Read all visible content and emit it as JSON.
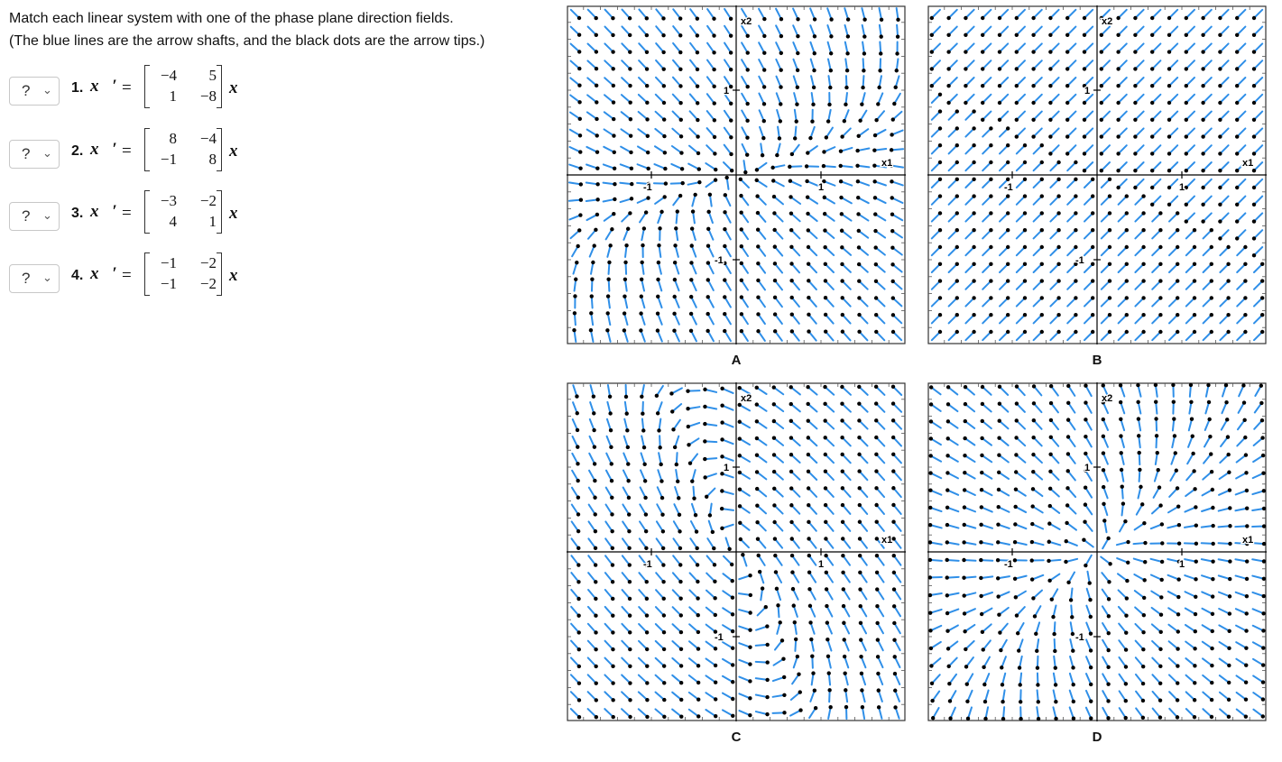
{
  "instructions": {
    "line1": "Match each linear system with one of the phase plane direction fields.",
    "line2": "(The blue lines are the arrow shafts, and the black dots are the arrow tips.)"
  },
  "problems": [
    {
      "answer": "?",
      "number": "1.",
      "lhs": "x⃗′",
      "eq": "=",
      "matrix": [
        [
          "−4",
          "5"
        ],
        [
          "1",
          "−8"
        ]
      ],
      "vector": "x⃗"
    },
    {
      "answer": "?",
      "number": "2.",
      "lhs": "x⃗′",
      "eq": "=",
      "matrix": [
        [
          "8",
          "−4"
        ],
        [
          "−1",
          "8"
        ]
      ],
      "vector": "x⃗"
    },
    {
      "answer": "?",
      "number": "3.",
      "lhs": "x⃗′",
      "eq": "=",
      "matrix": [
        [
          "−3",
          "−2"
        ],
        [
          "4",
          "1"
        ]
      ],
      "vector": "x⃗"
    },
    {
      "answer": "?",
      "number": "4.",
      "lhs": "x⃗′",
      "eq": "=",
      "matrix": [
        [
          "−1",
          "−2"
        ],
        [
          "−1",
          "−2"
        ]
      ],
      "vector": "x⃗"
    }
  ],
  "fields": [
    {
      "label": "A",
      "matrix": [
        [
          -4,
          5
        ],
        [
          1,
          -8
        ]
      ]
    },
    {
      "label": "B",
      "matrix": [
        [
          -1,
          -2
        ],
        [
          -1,
          -2
        ]
      ]
    },
    {
      "label": "C",
      "matrix": [
        [
          -3,
          -2
        ],
        [
          4,
          1
        ]
      ]
    },
    {
      "label": "D",
      "matrix": [
        [
          8,
          -4
        ],
        [
          -1,
          8
        ]
      ]
    }
  ],
  "axis": {
    "xname": "x1",
    "yname": "x2",
    "pos_one": "1",
    "neg_one": "-1",
    "range": [
      -2,
      2
    ]
  },
  "colors": {
    "shaft": "#2f8fe8",
    "tip": "#000000",
    "axis": "#000000",
    "frame": "#333333"
  }
}
